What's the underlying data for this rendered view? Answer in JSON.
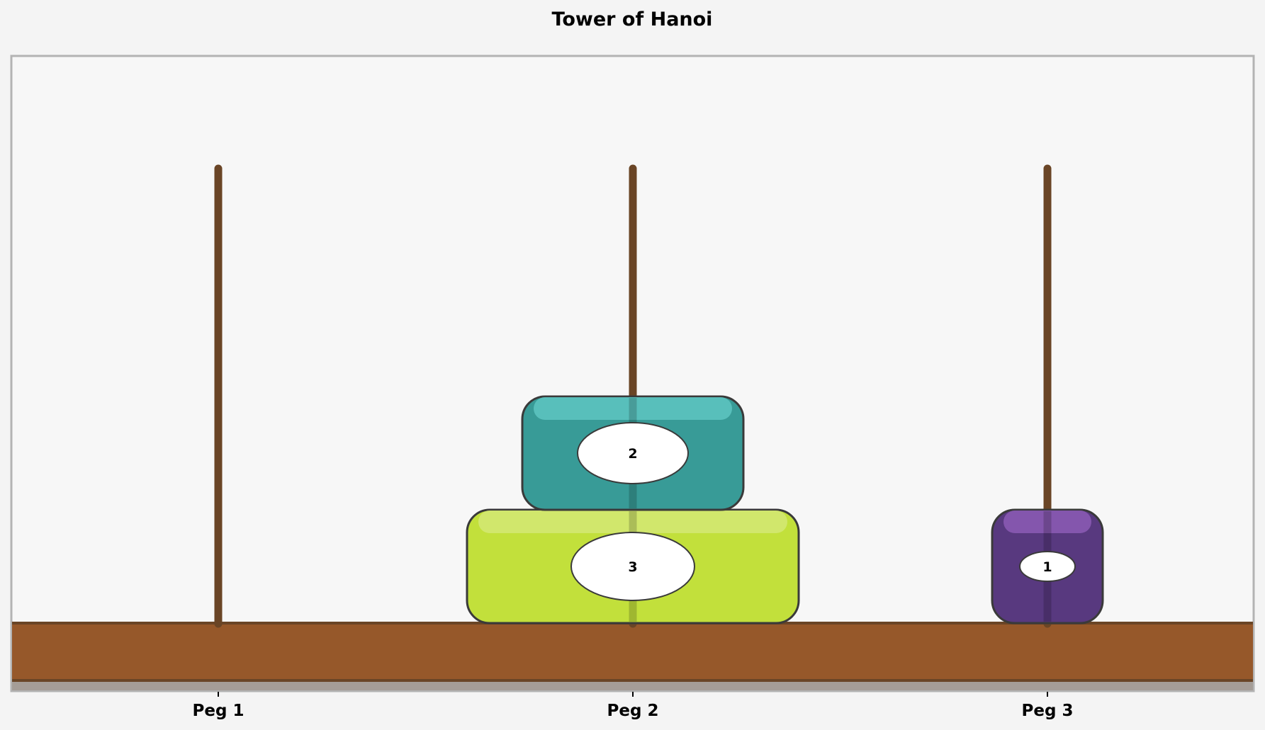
{
  "title": "Tower of Hanoi",
  "colors": {
    "page_background": "#f4f4f4",
    "board_background": "#f7f7f7",
    "board_border": "#b3b3b3",
    "base": "#96582a",
    "base_edge": "#6a4526",
    "base_shadow": "#a59d97",
    "peg": "#6a4526",
    "disk_outline": "#3a3a3a",
    "label_background": "#ffffff"
  },
  "pegs": [
    {
      "id": 1,
      "label": "Peg 1"
    },
    {
      "id": 2,
      "label": "Peg 2"
    },
    {
      "id": 3,
      "label": "Peg 3"
    }
  ],
  "disks": [
    {
      "size": 3,
      "label": "3",
      "peg": 2,
      "level": 0,
      "color": "#c2e03b",
      "highlight": "#d3e872"
    },
    {
      "size": 2,
      "label": "2",
      "peg": 2,
      "level": 1,
      "color": "#389b97",
      "highlight": "#5cc3bf"
    },
    {
      "size": 1,
      "label": "1",
      "peg": 3,
      "level": 0,
      "color": "#58397f",
      "highlight": "#8a5ab3"
    }
  ]
}
